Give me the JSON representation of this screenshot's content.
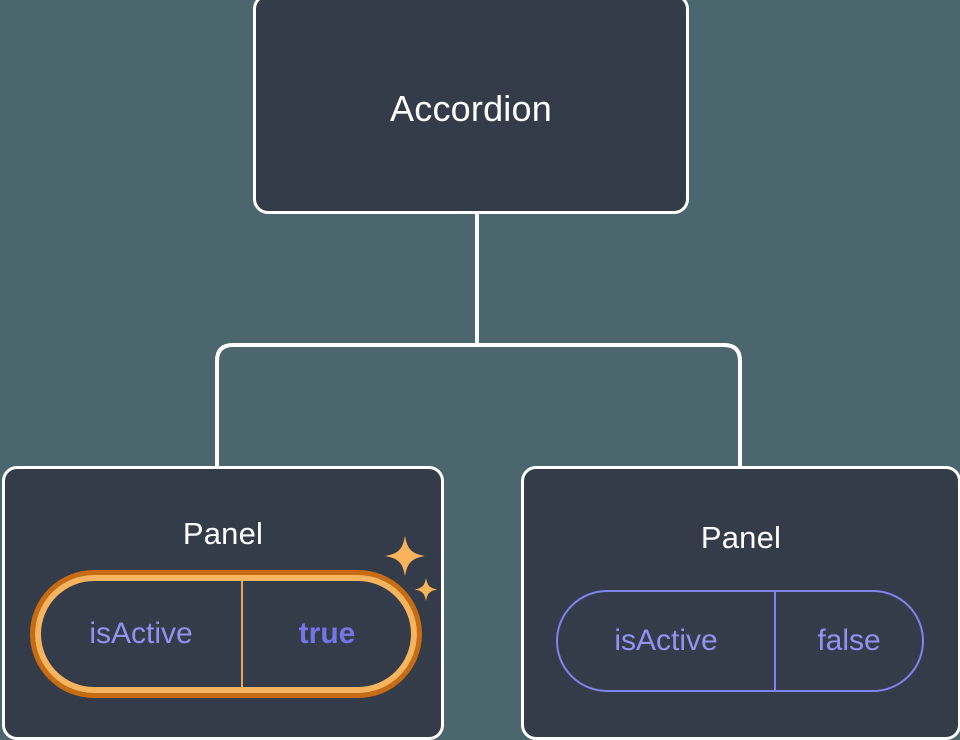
{
  "theme": {
    "background": "#4c666e",
    "card_fill": "#343b49",
    "card_border": "#ffffff",
    "connector": "#ffffff",
    "prop_text": "#9193f2",
    "prop_border": "#8083ee",
    "value_active": "#7576e6",
    "highlight_inner": "#f7b45f",
    "highlight_outer": "#c86c14",
    "sparkle": "#f9b35c"
  },
  "tree": {
    "root": {
      "title": "Accordion"
    },
    "children": [
      {
        "title": "Panel",
        "highlighted": true,
        "prop": {
          "name": "isActive",
          "value": "true"
        }
      },
      {
        "title": "Panel",
        "highlighted": false,
        "prop": {
          "name": "isActive",
          "value": "false"
        }
      }
    ]
  },
  "icons": {
    "sparkle_large": "sparkle-icon",
    "sparkle_small": "sparkle-icon"
  }
}
